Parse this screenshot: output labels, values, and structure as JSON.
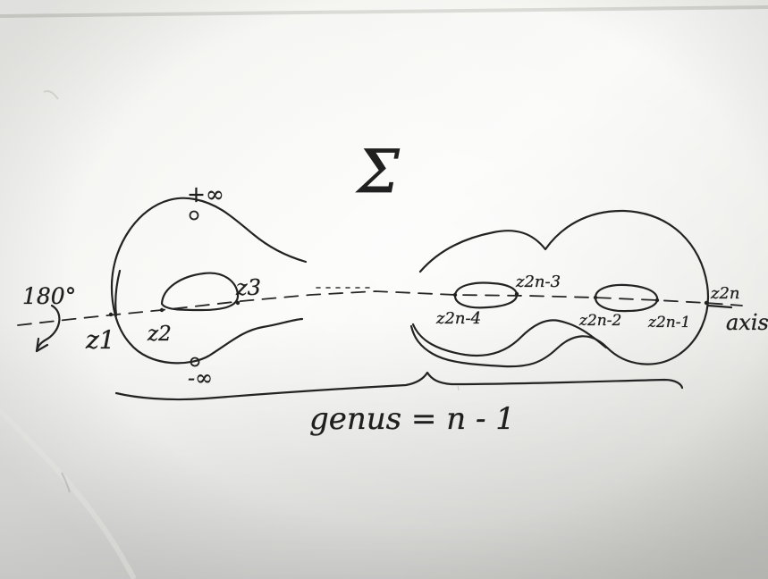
{
  "image": {
    "surface_symbol": "Σ",
    "rotation_label": "180°",
    "axis_label": "axis",
    "points": {
      "top": "+∞",
      "bottom": "-∞",
      "z1": "z1",
      "z2": "z2",
      "z3": "z3",
      "z2n_minus_4": "z2n-4",
      "z2n_minus_3": "z2n-3",
      "z2n_minus_2": "z2n-2",
      "z2n_minus_1": "z2n-1",
      "z2n": "z2n"
    },
    "genus_label": "genus = n - 1"
  }
}
